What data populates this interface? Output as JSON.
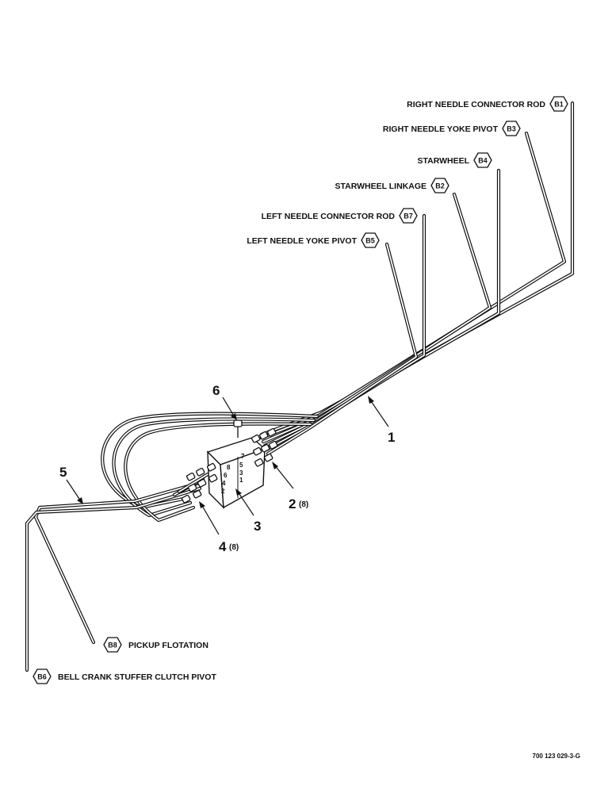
{
  "lube_points": [
    {
      "code": "B1",
      "label": "RIGHT NEEDLE CONNECTOR ROD"
    },
    {
      "code": "B3",
      "label": "RIGHT NEEDLE YOKE PIVOT"
    },
    {
      "code": "B4",
      "label": "STARWHEEL"
    },
    {
      "code": "B2",
      "label": "STARWHEEL LINKAGE"
    },
    {
      "code": "B7",
      "label": "LEFT NEEDLE CONNECTOR ROD"
    },
    {
      "code": "B5",
      "label": "LEFT NEEDLE YOKE PIVOT"
    },
    {
      "code": "B8",
      "label": "PICKUP FLOTATION"
    },
    {
      "code": "B6",
      "label": "BELL CRANK STUFFER CLUTCH PIVOT"
    }
  ],
  "callouts": [
    {
      "number": "1",
      "qty": ""
    },
    {
      "number": "2",
      "qty": "(8)"
    },
    {
      "number": "3",
      "qty": ""
    },
    {
      "number": "4",
      "qty": "(8)"
    },
    {
      "number": "5",
      "qty": ""
    },
    {
      "number": "6",
      "qty": ""
    }
  ],
  "block_ports_left": [
    "8",
    "6",
    "4",
    "2"
  ],
  "block_ports_right": [
    "7",
    "5",
    "3",
    "1"
  ],
  "part_number": "700 123 029-3-G"
}
